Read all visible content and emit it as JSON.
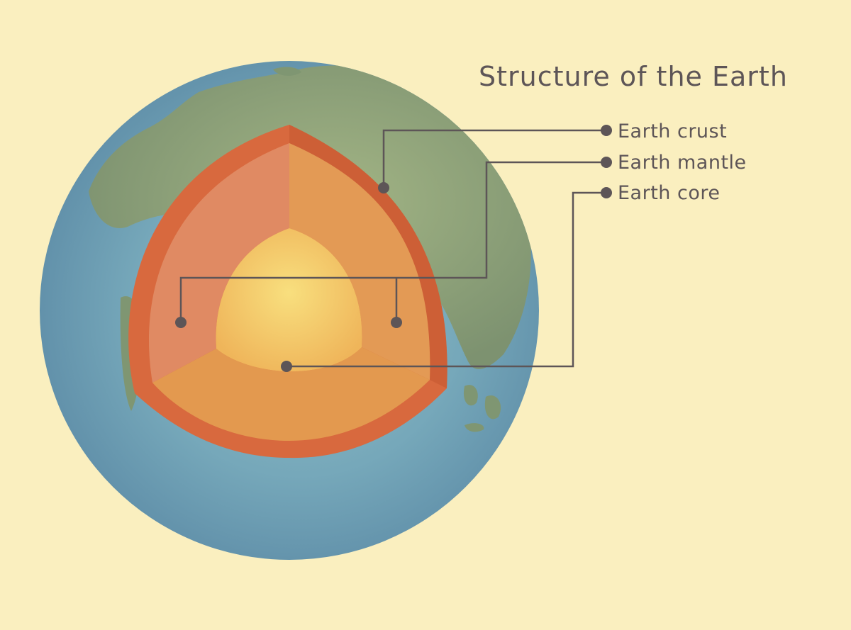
{
  "title": "Structure of the Earth",
  "legend": [
    {
      "id": "crust",
      "label": "Earth crust"
    },
    {
      "id": "mantle",
      "label": "Earth mantle"
    },
    {
      "id": "core",
      "label": "Earth core"
    }
  ],
  "colors": {
    "background": "#faefbf",
    "ocean": "#6e9fb3",
    "land": "#86a07e",
    "crust": "#d8693e",
    "mantle": "#e39a55",
    "core": "#f6d57a",
    "text": "#5d5557"
  }
}
